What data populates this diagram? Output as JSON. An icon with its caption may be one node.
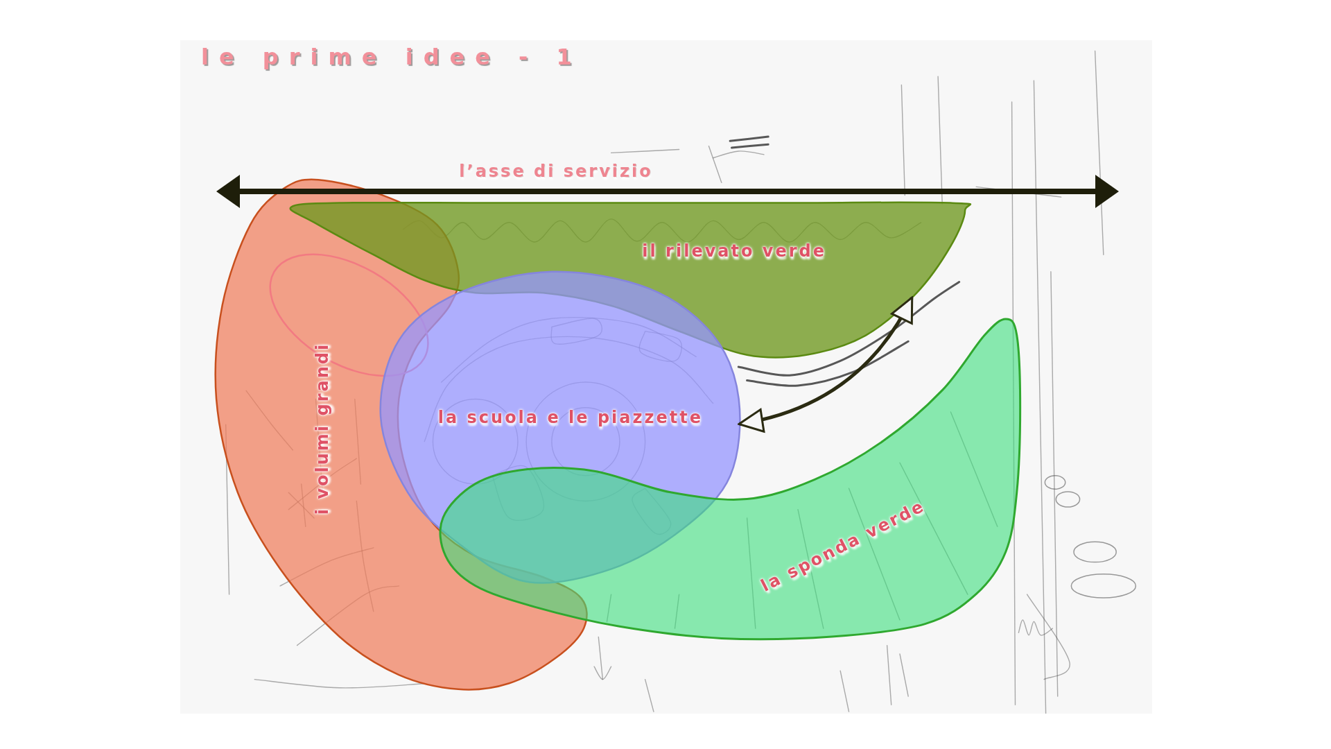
{
  "diagram": {
    "title": "le prime idee - 1",
    "nodes": [
      {
        "text": [
          "il rilevato verde"
        ]
      },
      {
        "text": [
          "i volumi grandi"
        ]
      },
      {
        "text": [
          "la scuola e le piazzette"
        ]
      },
      {
        "text": [
          "la sponda verde"
        ]
      },
      {
        "text": [],
        "shape": "ellipse",
        "in": 1
      }
    ],
    "edges": [
      {
        "from": 0,
        "to": 2,
        "arrow": "both"
      }
    ],
    "labels": [
      "l’asse di servizio"
    ]
  }
}
